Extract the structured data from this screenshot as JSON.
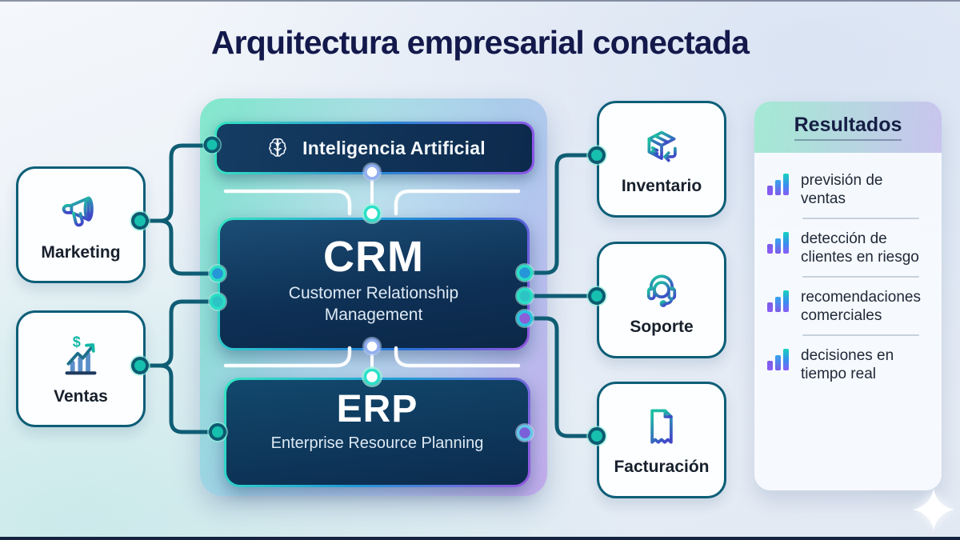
{
  "title": "Arquitectura empresarial conectada",
  "central": {
    "ai": {
      "label": "Inteligencia Artificial",
      "icon": "brain-icon"
    },
    "crm": {
      "abbr": "CRM",
      "full": "Customer Relationship Management"
    },
    "erp": {
      "abbr": "ERP",
      "full": "Enterprise Resource Planning"
    }
  },
  "left_nodes": [
    {
      "label": "Marketing",
      "icon": "megaphone-icon"
    },
    {
      "label": "Ventas",
      "icon": "sales-growth-icon"
    }
  ],
  "right_nodes": [
    {
      "label": "Inventario",
      "icon": "package-icon"
    },
    {
      "label": "Soporte",
      "icon": "headset-icon"
    },
    {
      "label": "Facturación",
      "icon": "invoice-icon"
    }
  ],
  "results": {
    "title": "Resultados",
    "bullet_icon": "bar-chart-icon",
    "items": [
      {
        "label": "previsión de ventas"
      },
      {
        "label": "detección de clientes en riesgo"
      },
      {
        "label": "recomendaciones comerciales"
      },
      {
        "label": "decisiones en tiempo real"
      }
    ]
  },
  "decorations": {
    "corner_icon": "sparkle-icon"
  },
  "colors": {
    "title_navy": "#13194b",
    "box_navy": "#0e3055",
    "accent_teal": "#2dd4bf",
    "accent_blue": "#2b86d8",
    "accent_purple": "#9557e0",
    "connector_line": "#0f5d74",
    "node_border": "#0d5e77",
    "panel_mint": "#84e9cd",
    "panel_lavender": "#c2abec",
    "background": "#eaf0f7"
  }
}
